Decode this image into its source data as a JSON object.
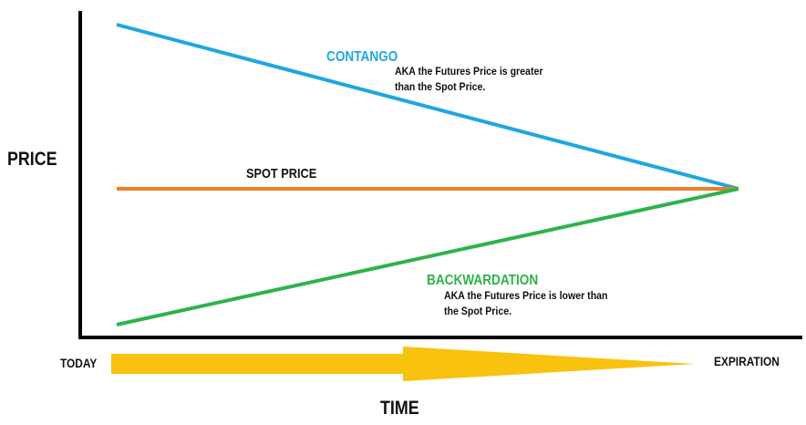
{
  "axes": {
    "y_label": "PRICE",
    "x_label": "TIME",
    "start_label": "TODAY",
    "end_label": "EXPIRATION"
  },
  "contango": {
    "title": "CONTANGO",
    "note_line1": "AKA the Futures Price is greater",
    "note_line2": "than the Spot Price.",
    "color": "#1ea7e1"
  },
  "spot": {
    "title": "SPOT PRICE",
    "color": "#f07d2a"
  },
  "backwardation": {
    "title": "BACKWARDATION",
    "note_line1": "AKA the Futures Price is lower than",
    "note_line2": "the Spot Price.",
    "color": "#2db34a"
  },
  "arrow_color": "#f9c20f"
}
